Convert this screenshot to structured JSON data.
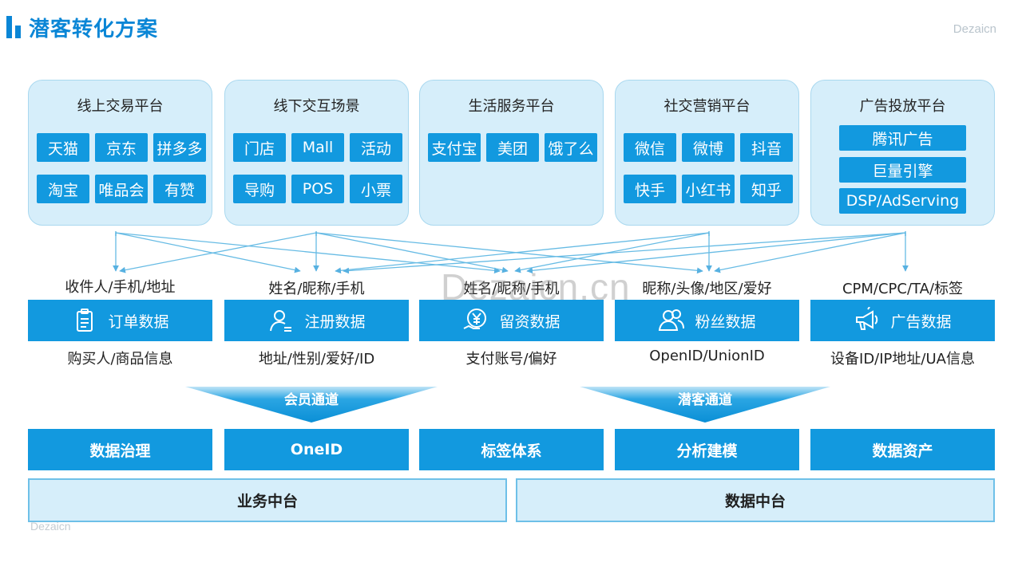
{
  "header": {
    "title": "潜客转化方案"
  },
  "watermarks": {
    "top_right": "Dezaicn",
    "bottom_left": "Dezaicn",
    "center": "Dezaicn.cn"
  },
  "platforms": [
    {
      "title": "线上交易平台",
      "chips": [
        "天猫",
        "京东",
        "拼多多",
        "淘宝",
        "唯品会",
        "有赞"
      ]
    },
    {
      "title": "线下交互场景",
      "chips": [
        "门店",
        "Mall",
        "活动",
        "导购",
        "POS",
        "小票"
      ]
    },
    {
      "title": "生活服务平台",
      "chips": [
        "支付宝",
        "美团",
        "饿了么"
      ]
    },
    {
      "title": "社交营销平台",
      "chips": [
        "微信",
        "微博",
        "抖音",
        "快手",
        "小红书",
        "知乎"
      ]
    },
    {
      "title": "广告投放平台",
      "chips": [
        "腾讯广告",
        "巨量引擎",
        "DSP/AdServing"
      ]
    }
  ],
  "data_sources": [
    {
      "top": "收件人/手机/地址",
      "label": "订单数据",
      "bottom": "购买人/商品信息",
      "icon": "clipboard-icon"
    },
    {
      "top": "姓名/昵称/手机",
      "label": "注册数据",
      "bottom": "地址/性别/爱好/ID",
      "icon": "user-icon"
    },
    {
      "top": "姓名/昵称/手机",
      "label": "留资数据",
      "bottom": "支付账号/偏好",
      "icon": "yen-hand-icon"
    },
    {
      "top": "昵称/头像/地区/爱好",
      "label": "粉丝数据",
      "bottom": "OpenID/UnionID",
      "icon": "users-icon"
    },
    {
      "top": "CPM/CPC/TA/标签",
      "label": "广告数据",
      "bottom": "设备ID/IP地址/UA信息",
      "icon": "megaphone-icon"
    }
  ],
  "channels": {
    "member": "会员通道",
    "prospect": "潜客通道"
  },
  "capabilities": [
    "数据治理",
    "OneID",
    "标签体系",
    "分析建模",
    "数据资产"
  ],
  "foundations": {
    "business": "业务中台",
    "data": "数据中台"
  },
  "colors": {
    "primary": "#1299df",
    "panel": "#d6eefa",
    "title": "#0a86d6"
  }
}
